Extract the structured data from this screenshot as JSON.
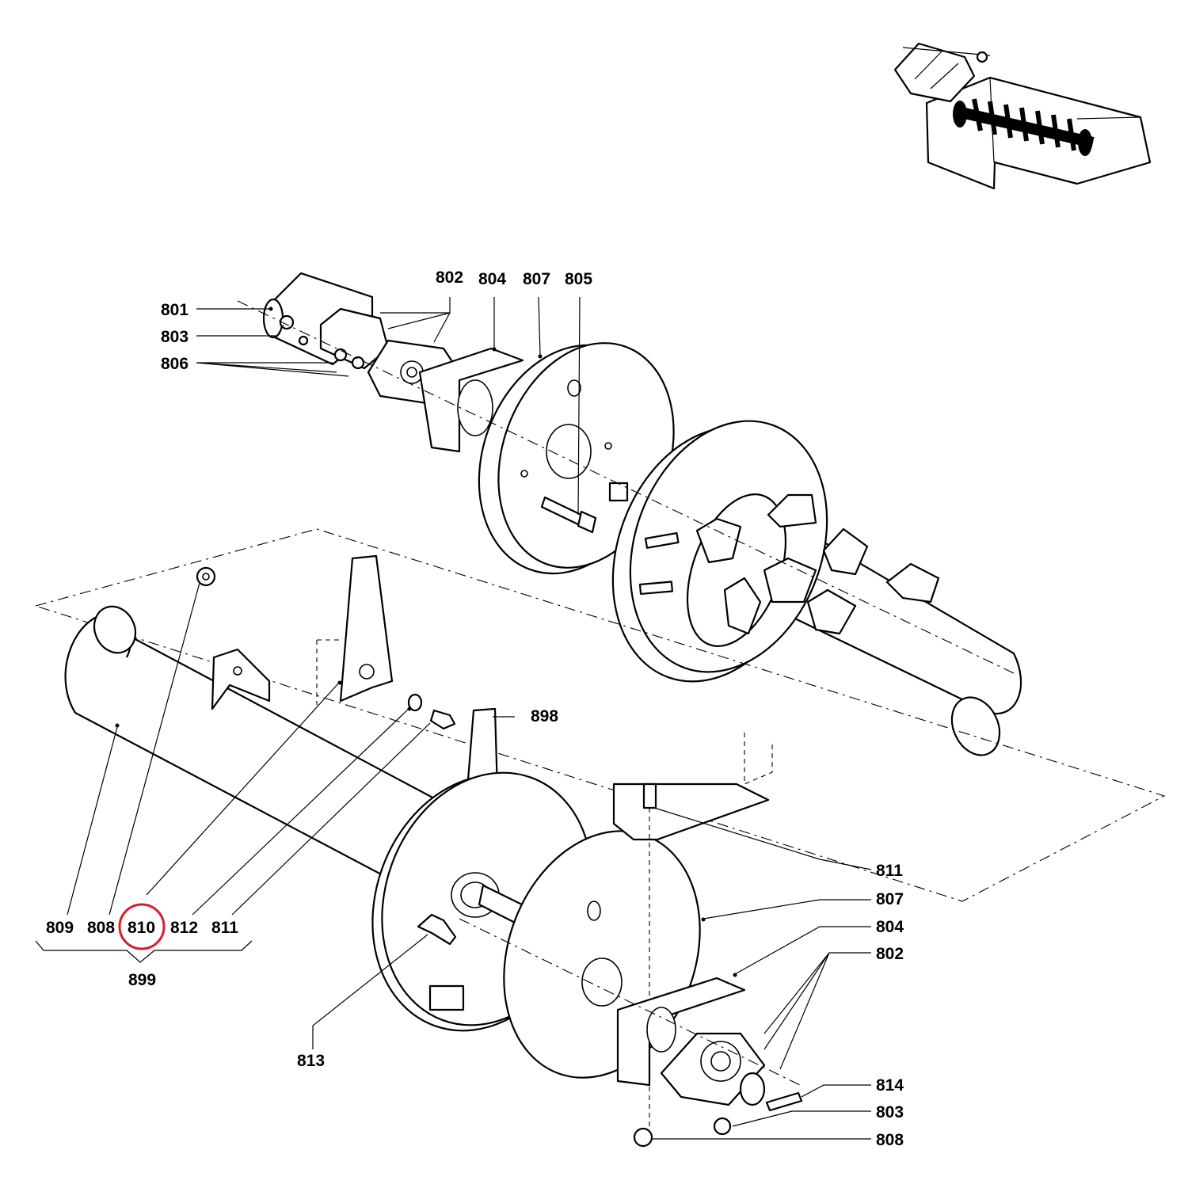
{
  "highlight_color": "#d81e2a",
  "callouts": {
    "top_assembly": {
      "c801": "801",
      "c803": "803",
      "c806": "806",
      "c802": "802",
      "c804": "804",
      "c807": "807",
      "c805": "805"
    },
    "bottom_assembly": {
      "c898": "898",
      "c811_right": "811",
      "c807_right": "807",
      "c804_right": "804",
      "c802_right": "802",
      "c814": "814",
      "c803_right": "803",
      "c808_right": "808",
      "c813": "813"
    },
    "kit_group": {
      "c809": "809",
      "c808": "808",
      "c810": "810",
      "c812": "812",
      "c811": "811",
      "group": "899"
    }
  },
  "highlighted_callout": "810"
}
